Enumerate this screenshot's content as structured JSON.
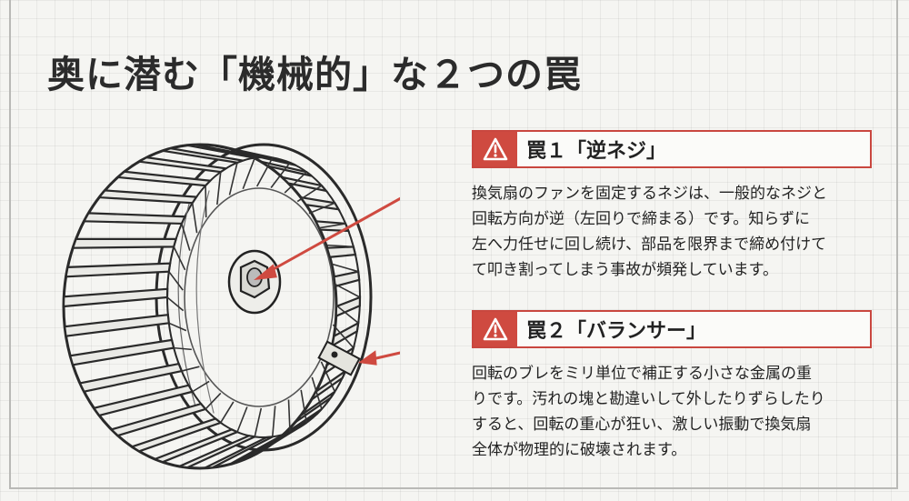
{
  "title": "奥に潜む「機械的」な２つの罠",
  "icons": {
    "warning": "warning-triangle-icon"
  },
  "colors": {
    "accent": "#cf4a40",
    "text": "#222222",
    "background": "#f5f5f2"
  },
  "traps": [
    {
      "heading": "罠１「逆ネジ」",
      "lines": [
        "換気扇のファンを固定するネジは、一般的なネジと",
        "回転方向が逆（左回りで締まる）です。知らずに",
        "左へ力任せに回し続け、部品を限界まで締め付けて",
        "て叩き割ってしまう事故が頻発しています。"
      ]
    },
    {
      "heading": "罠２「バランサー」",
      "lines": [
        "回転のブレをミリ単位で補正する小さな金属の重",
        "りです。汚れの塊と勘違いして外したりずらしたり",
        "すると、回転の重心が狂い、激しい振動で換気扇",
        "全体が物理的に破壊されます。"
      ]
    }
  ]
}
